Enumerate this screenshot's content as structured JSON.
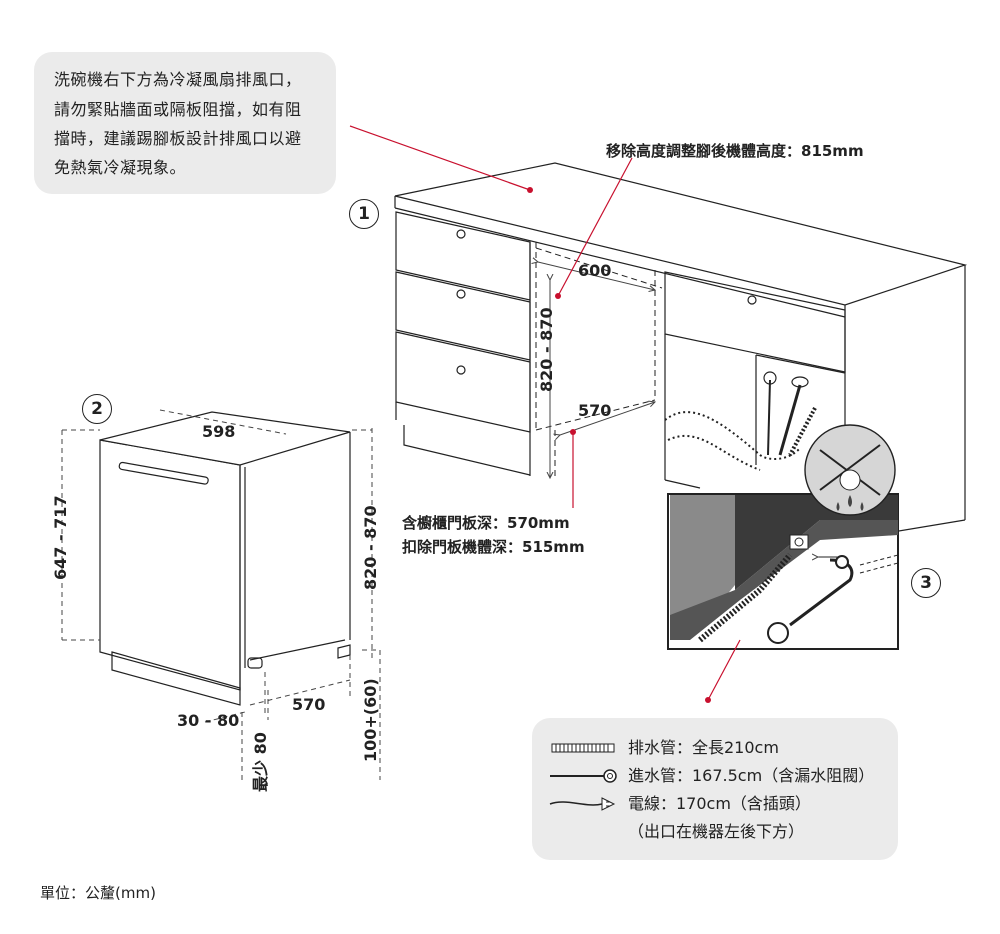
{
  "note": {
    "lines": [
      "洗碗機右下方為冷凝風扇排風口，",
      "請勿緊貼牆面或隔板阻擋，如有阻",
      "擋時，建議踢腳板設計排風口以避",
      "免熱氣冷凝現象。"
    ]
  },
  "labels": {
    "cabinet_height": "移除高度調整腳後機體高度：815mm",
    "depth_door": "含櫥櫃門板深：570mm",
    "depth_body": "扣除門板機體深：515mm",
    "unit": "單位：公釐(mm)"
  },
  "badges": {
    "one": "1",
    "two": "2",
    "three": "3"
  },
  "dimensions": {
    "cab_width": "600",
    "cab_height": "820 - 870",
    "cab_depth": "570",
    "dw_width": "598",
    "dw_door_height": "647 - 717",
    "dw_height": "820 - 870",
    "dw_depth": "570",
    "dw_gap": "30 - 80",
    "dw_min": "最少 80",
    "dw_plinth": "100+(60)"
  },
  "legend": {
    "drain": "排水管：全長210cm",
    "inlet": "進水管：167.5cm（含漏水阻閥）",
    "power": "電線：170cm（含插頭）",
    "outlet": "（出口在機器左後下方）"
  },
  "colors": {
    "accent": "#c8102e",
    "box": "#ebebeb",
    "line": "#222222"
  }
}
